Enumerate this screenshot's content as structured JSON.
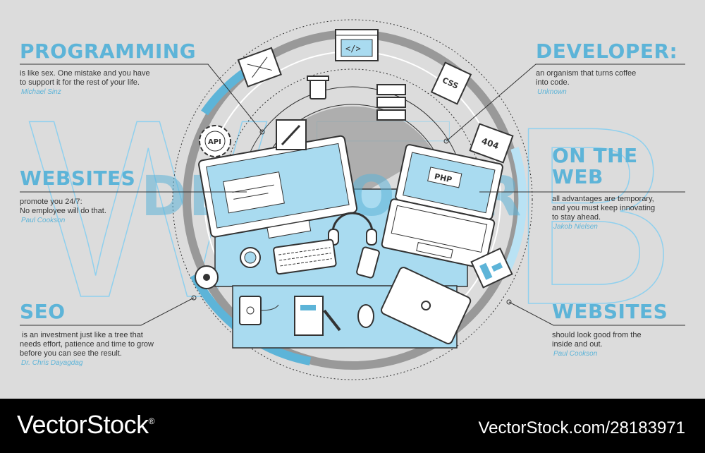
{
  "blocks": {
    "programming": {
      "title": "PROGRAMMING",
      "lines": [
        "is like sex. One mistake and you have",
        "to support it for the rest of your life."
      ],
      "author": "Michael Sinz"
    },
    "websites_left": {
      "title": "WEBSITES",
      "lines": [
        "promote you 24/7:",
        "No employee will do that."
      ],
      "author": "Paul Cookson"
    },
    "seo": {
      "title": "SEO",
      "lines": [
        " is an investment just like a tree that",
        "needs effort, patience and time to grow",
        "before you can see the result."
      ],
      "author": "Dr. Chris Dayagdag"
    },
    "developer": {
      "title": "DEVELOPER:",
      "lines": [
        "an organism that turns coffee",
        "into code."
      ],
      "author": "Unknown"
    },
    "on_the_web": {
      "title_1": "ON THE",
      "title_2": "WEB",
      "lines": [
        "all advantages are temporary,",
        "and you must keep innovating",
        "to stay ahead."
      ],
      "author": "Jakob Nielsen"
    },
    "websites_right": {
      "title": "WEBSITES",
      "lines": [
        "should look good from the",
        "inside and out."
      ],
      "author": "Paul Cookson"
    }
  },
  "illustration": {
    "big_word": "DEVELOPER",
    "letters": [
      "W",
      "E",
      "B"
    ],
    "screen_code": "</>",
    "css_label": "CSS",
    "error_label": "404",
    "php_label": "PHP",
    "api_label": "API"
  },
  "colors": {
    "accent": "#5db4d8",
    "light_blue": "#b9e2f4",
    "line": "#3a3a3a",
    "background": "#dcdcdc"
  },
  "footer": {
    "brand": "VectorStock",
    "registered": "®",
    "url": "VectorStock.com/28183971"
  }
}
